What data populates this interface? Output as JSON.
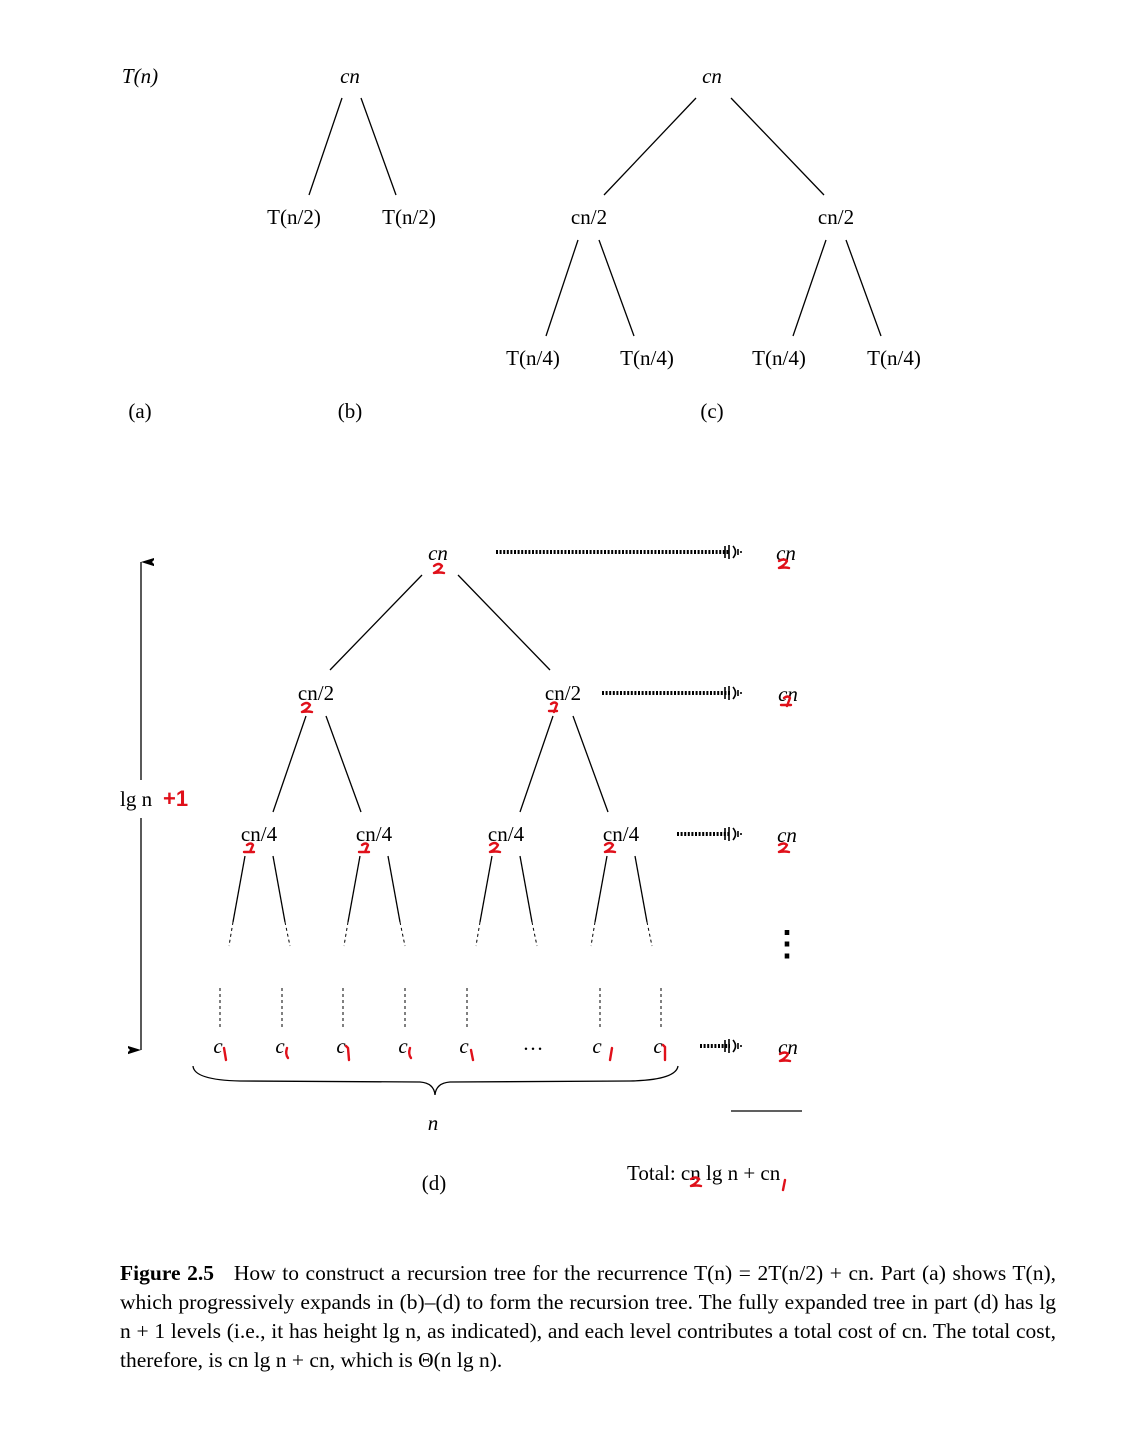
{
  "a": {
    "node": "T(n)",
    "label": "(a)"
  },
  "b": {
    "root": "cn",
    "left": "T(n/2)",
    "right": "T(n/2)",
    "label": "(b)"
  },
  "c": {
    "root": "cn",
    "left": "cn/2",
    "right": "cn/2",
    "leaves": [
      "T(n/4)",
      "T(n/4)",
      "T(n/4)",
      "T(n/4)"
    ],
    "label": "(c)"
  },
  "d": {
    "root": "cn",
    "level1": [
      "cn/2",
      "cn/2"
    ],
    "level2": [
      "cn/4",
      "cn/4",
      "cn/4",
      "cn/4"
    ],
    "leaves": [
      "c",
      "c",
      "c",
      "c",
      "c",
      "c",
      "c"
    ],
    "dots": "…",
    "level_costs": [
      "cn",
      "cn",
      "cn",
      "cn"
    ],
    "vdots": "⋮",
    "height_label": "lg n",
    "height_annotation": "+1",
    "brace_label": "n",
    "total": "Total: cn lg n + cn",
    "label": "(d)"
  },
  "caption": {
    "figure_number": "Figure 2.5",
    "text": "How to construct a recursion tree for the recurrence T(n) = 2T(n/2) + cn. Part (a) shows T(n), which progressively expands in (b)–(d) to form the recursion tree. The fully expanded tree in part (d) has lg n + 1 levels (i.e., it has height lg n, as indicated), and each level contributes a total cost of cn. The total cost, therefore, is cn lg n + cn, which is Θ(n lg n)."
  },
  "colors": {
    "ink": "#e0101a",
    "text": "#000000"
  }
}
